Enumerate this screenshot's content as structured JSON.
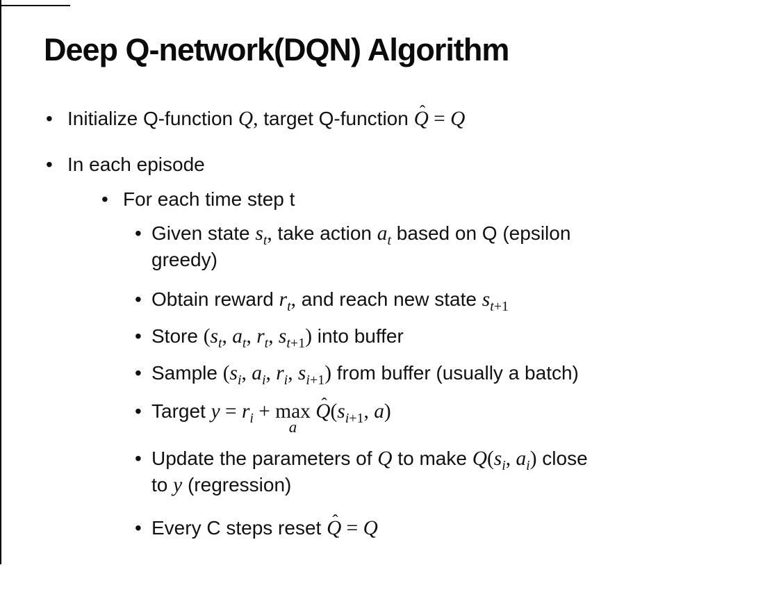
{
  "page": {
    "background": "#ffffff",
    "text_color": "#111111",
    "border_color": "#000000"
  },
  "slide": {
    "title": "Deep Q-network(DQN) Algorithm",
    "bullets": [
      {
        "level": 1,
        "text": "Initialize Q-function Q, target Q-function Q-hat = Q",
        "html": "Initialize Q-function <span class='m'><i>Q</i>,</span> target Q-function <span class='m'><span class='hq'><i>Q</i><span class='hat'>ˆ</span></span> = <i>Q</i></span>"
      },
      {
        "level": 1,
        "text": "In each episode",
        "html": "In each episode"
      },
      {
        "level": 2,
        "text": "For each time step t",
        "html": "For each time step t"
      },
      {
        "level": 3,
        "text": "Given state s_t, take action a_t based on Q (epsilon greedy)",
        "html": "Given state <span class='m'><i>s</i><sub><i>t</i></sub>,</span> take action <span class='m'><i>a</i><sub><i>t</i></sub></span> based on Q (epsilon<br>greedy)"
      },
      {
        "level": 3,
        "text": "Obtain reward r_t, and reach new state s_t+1",
        "html": "Obtain reward <span class='m'><i>r</i><sub><i>t</i></sub>,</span> and reach new state <span class='m'><i>s</i><sub><i>t</i>+1</sub></span>"
      },
      {
        "level": 3,
        "text": "Store (s_t, a_t, r_t, s_t+1) into buffer",
        "html": "Store <span class='m'>(<i>s</i><sub><i>t</i></sub>, <i>a</i><sub><i>t</i></sub>, <i>r</i><sub><i>t</i></sub>, <i>s</i><sub><i>t</i>+1</sub>)</span> into buffer"
      },
      {
        "level": 3,
        "text": "Sample (s_i, a_i, r_i, s_i+1) from buffer (usually a batch)",
        "html": "Sample <span class='m'>(<i>s</i><sub><i>i</i></sub>, <i>a</i><sub><i>i</i></sub>, <i>r</i><sub><i>i</i></sub>, <i>s</i><sub><i>i</i>+1</sub>)</span> from buffer (usually a batch)"
      },
      {
        "level": 3,
        "text": "Target y = r_i + max_a Q-hat(s_i+1, a)",
        "html": "Target <span class='m'><i>y</i> = <i>r</i><sub><i>i</i></sub> + <span class='maxop'>max<span class='opsub'><i>a</i></span></span> <span class='hq'><i>Q</i><span class='hat'>ˆ</span></span>(<i>s</i><sub><i>i</i>+1</sub>, <i>a</i>)</span>"
      },
      {
        "level": 3,
        "text": "Update the parameters of Q to make Q(s_i, a_i) close to y (regression)",
        "html": "Update the parameters of <span class='m'><i>Q</i></span> to make <span class='m'><i>Q</i>(<i>s</i><sub><i>i</i></sub>, <i>a</i><sub><i>i</i></sub>)</span> close<br>to <span class='m'><i>y</i></span> (regression)"
      },
      {
        "level": 3,
        "text": "Every C steps reset Q-hat = Q",
        "html": "Every C steps reset <span class='m'><span class='hq'><i>Q</i><span class='hat'>ˆ</span></span> = <i>Q</i></span>"
      }
    ]
  }
}
